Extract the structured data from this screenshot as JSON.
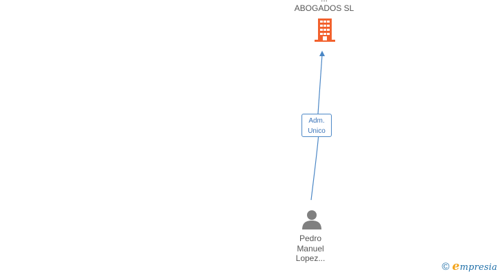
{
  "company": {
    "name_line1": "...",
    "name_line2": "ABOGADOS SL",
    "icon": "building-icon",
    "color": "#f2612d"
  },
  "relation": {
    "label_line1": "Adm.",
    "label_line2": "Unico",
    "color": "#3a73b8"
  },
  "person": {
    "name_line1": "Pedro",
    "name_line2": "Manuel",
    "name_line3": "Lopez...",
    "icon": "person-icon",
    "color": "#808080"
  },
  "brand": {
    "copyright": "©",
    "e_letter": "e",
    "rest": "mpresia"
  }
}
